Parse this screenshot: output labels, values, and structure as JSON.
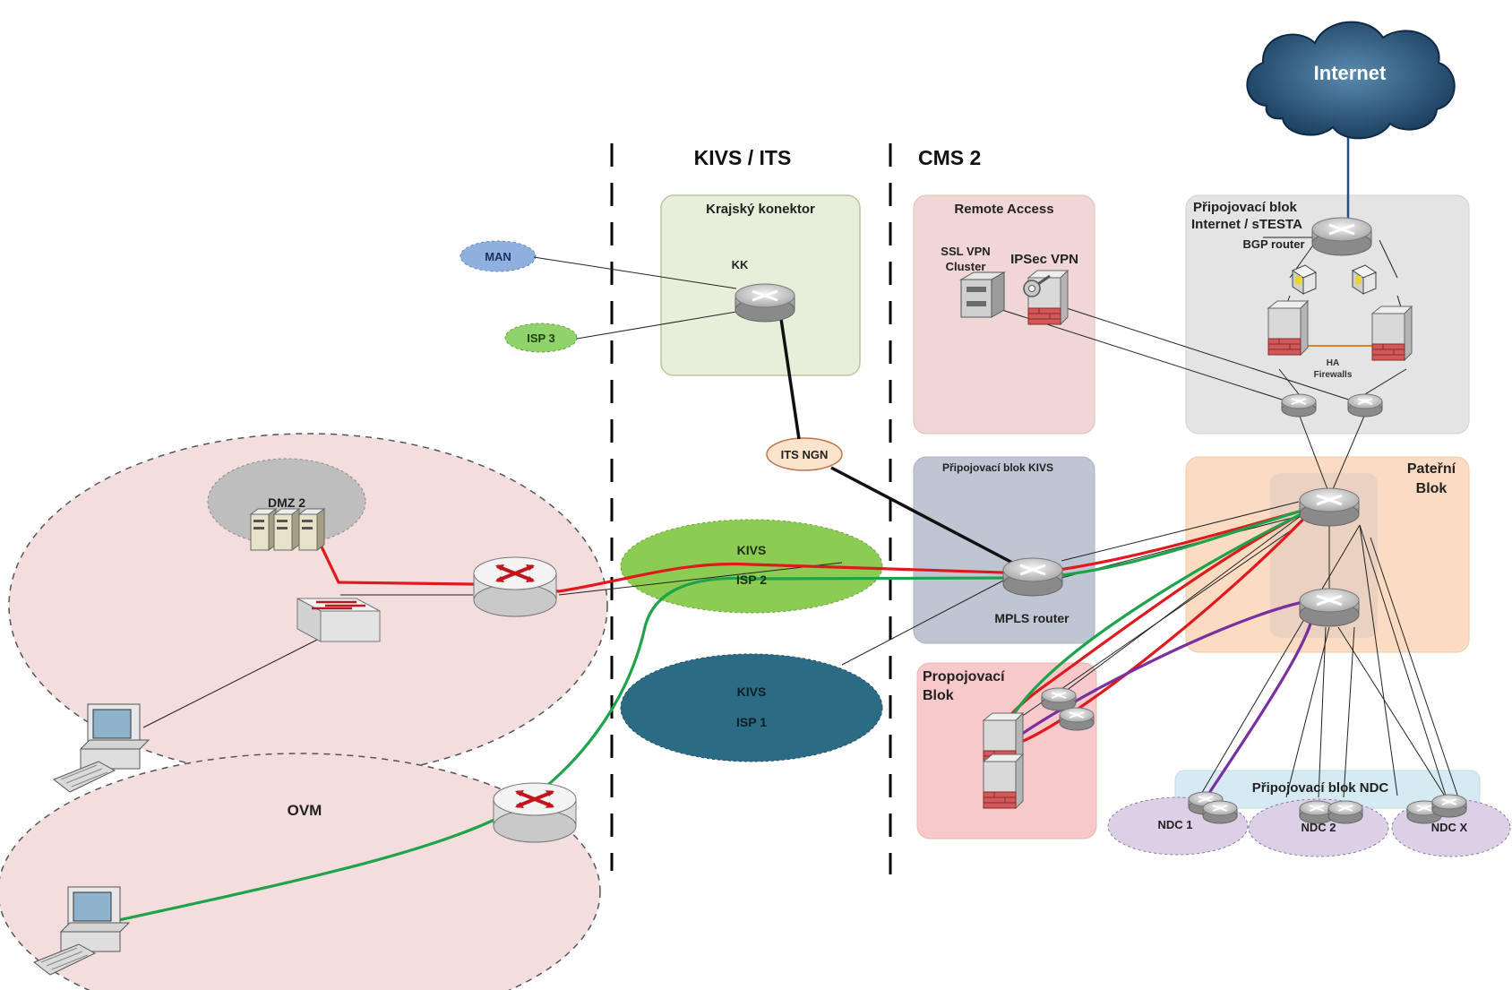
{
  "headers": {
    "kivs_its": "KIVS / ITS",
    "cms2": "CMS 2"
  },
  "cloud": {
    "internet": "Internet"
  },
  "zones": {
    "krajsky_konektor": "Krajský konektor",
    "remote_access": "Remote Access",
    "pripojovaci_internet_1": "Připojovací blok",
    "pripojovaci_internet_2": "Internet / sTESTA",
    "pripojovaci_kivs": "Připojovací blok KIVS",
    "pateri_1": "Pateřní",
    "pateri_2": "Blok",
    "propojovaci_1": "Propojovací",
    "propojovaci_2": "Blok",
    "pripojovaci_ndc": "Připojovací blok NDC"
  },
  "labels": {
    "man": "MAN",
    "isp3": "ISP 3",
    "kk": "KK",
    "its_ngn": "ITS NGN",
    "ssl_vpn_1": "SSL VPN",
    "ssl_vpn_2": "Cluster",
    "ipsec_vpn": "IPSec VPN",
    "bgp_router": "BGP router",
    "ha_1": "HA",
    "ha_2": "Firewalls",
    "mpls_router": "MPLS router",
    "dmz2": "DMZ 2",
    "ovm": "OVM",
    "kivs_isp2_1": "KIVS",
    "kivs_isp2_2": "ISP 2",
    "kivs_isp1_1": "KIVS",
    "kivs_isp1_2": "ISP 1",
    "ndc1": "NDC 1",
    "ndc2": "NDC 2",
    "ndcx": "NDC X"
  },
  "colors": {
    "red_path": "#e0191c",
    "green_path": "#1fa34a",
    "purple_path": "#7a2fa0",
    "black_link": "#111111",
    "internet_link": "#2a4d7a"
  },
  "icons": [
    "router-icon",
    "switch-icon",
    "firewall-icon",
    "server-icon",
    "workstation-icon",
    "vpn-key-icon",
    "cloud-icon"
  ]
}
